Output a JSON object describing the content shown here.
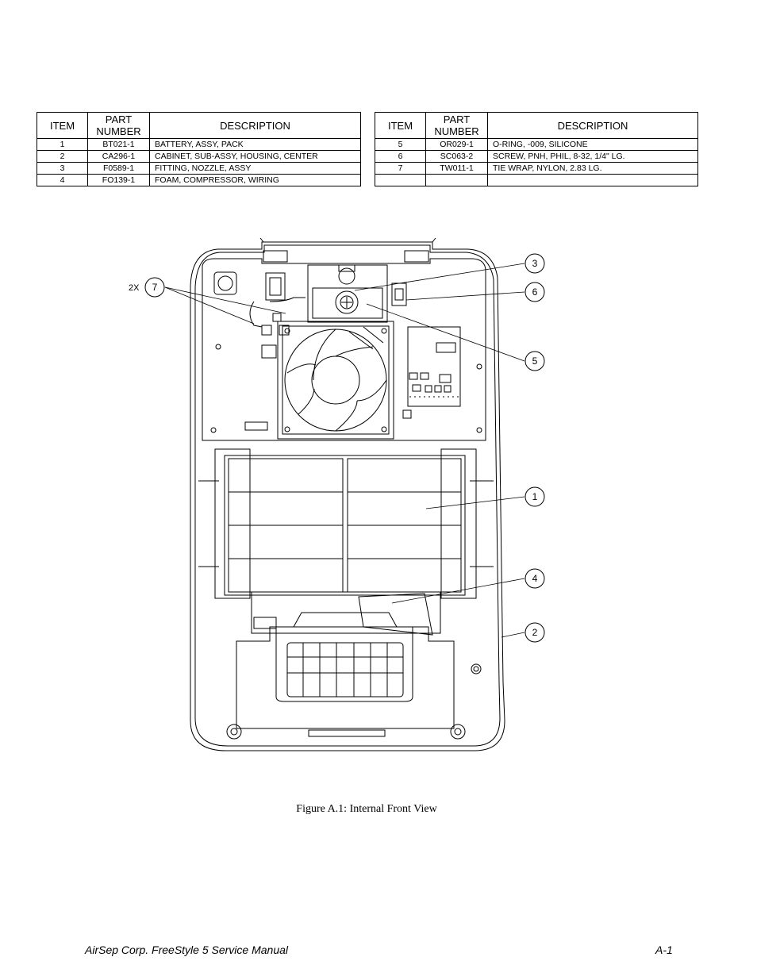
{
  "bom": {
    "headers": {
      "item": "ITEM",
      "part_line1": "PART",
      "part_line2": "NUMBER",
      "description": "DESCRIPTION"
    },
    "left_rows": [
      {
        "item": "1",
        "part": "BT021-1",
        "description": "BATTERY, ASSY, PACK"
      },
      {
        "item": "2",
        "part": "CA296-1",
        "description": "CABINET, SUB-ASSY, HOUSING, CENTER"
      },
      {
        "item": "3",
        "part": "F0589-1",
        "description": "FITTING, NOZZLE, ASSY"
      },
      {
        "item": "4",
        "part": "FO139-1",
        "description": "FOAM, COMPRESSOR, WIRING"
      }
    ],
    "right_rows": [
      {
        "item": "5",
        "part": "OR029-1",
        "description": "O-RING, -009, SILICONE"
      },
      {
        "item": "6",
        "part": "SC063-2",
        "description": "SCREW, PNH, PHIL, 8-32, 1/4\" LG."
      },
      {
        "item": "7",
        "part": "TW011-1",
        "description": "TIE WRAP, NYLON, 2.83 LG."
      },
      {
        "item": "",
        "part": "",
        "description": ""
      }
    ]
  },
  "drawing": {
    "multiplier": "2X",
    "balloons": [
      "7",
      "3",
      "6",
      "5",
      "1",
      "4",
      "2"
    ]
  },
  "caption": "Figure A.1: Internal Front View",
  "footer": {
    "title": "AirSep Corp. FreeStyle 5 Service Manual",
    "page": "A-1"
  }
}
